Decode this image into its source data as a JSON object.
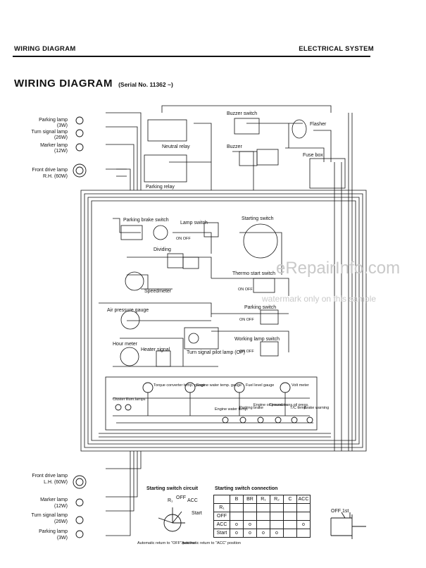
{
  "header": {
    "left": "WIRING DIAGRAM",
    "right": "ELECTRICAL SYSTEM"
  },
  "title": {
    "main": "WIRING DIAGRAM",
    "serial": "(Serial No. 11362 ~)"
  },
  "watermark": {
    "site": "eRepairInfo.com",
    "note": "watermark only on this sample"
  },
  "left_components": [
    {
      "name": "Parking lamp",
      "rating": "(3W)"
    },
    {
      "name": "Turn signal lamp",
      "rating": "(26W)"
    },
    {
      "name": "Marker lamp",
      "rating": "(12W)"
    },
    {
      "name": "Front drive lamp",
      "rating": "R.H. (60W)"
    },
    {
      "name": "Front drive lamp",
      "rating": "L.H. (60W)"
    },
    {
      "name": "Marker lamp",
      "rating": "(12W)"
    },
    {
      "name": "Turn signal lamp",
      "rating": "(26W)"
    },
    {
      "name": "Parking lamp",
      "rating": "(3W)"
    }
  ],
  "components": {
    "neutral_relay": "Neutral relay",
    "parking_relay": "Parking relay",
    "buzzer_switch": "Buzzer switch",
    "buzzer": "Buzzer",
    "flasher": "Flasher",
    "fuse_box": "Fuse box",
    "parking_brake_switch": "Parking brake switch",
    "lamp_switch": "Lamp switch",
    "starting_switch": "Starting switch",
    "dividing": "Dividing",
    "speedometer": "Speedmeter",
    "thermo_start_switch": "Thermo start switch",
    "air_pressure_gauge": "Air pressure gauge",
    "parking_switch": "Parking switch",
    "hour_meter": "Hour meter",
    "heater_signal": "Heater signal",
    "turn_signal_pilot": "Turn signal pilot lamp (OP)",
    "working_lamp_switch": "Working lamp switch",
    "on_off": "ON OFF"
  },
  "gauges": [
    {
      "name": "Torque converter temp. gauge"
    },
    {
      "name": "Engine water temp. gauge"
    },
    {
      "name": "Fuel level gauge"
    },
    {
      "name": "Volt meter"
    }
  ],
  "cluster": "Cluster illum.lamps",
  "warning_lamps": [
    "Engine water temp.",
    "Parking brake",
    "Engine oil pressure",
    "Ground trans.oil press.",
    "T/C temp.",
    "Brake warning"
  ],
  "starting_switch_circuit": {
    "title": "Starting switch circuit",
    "positions": [
      "R₁",
      "OFF",
      "ACC",
      "Start"
    ],
    "note_left": "Automatic return to \"OFF\" position",
    "note_right": "Automatic return to \"ACC\" position"
  },
  "starting_switch_connection": {
    "title": "Starting switch connection",
    "columns": [
      "B",
      "BR",
      "R₁",
      "R₂",
      "C",
      "ACC"
    ],
    "rows": [
      {
        "label": "R₁",
        "marks": [
          "",
          "",
          "",
          "",
          "",
          ""
        ]
      },
      {
        "label": "OFF",
        "marks": [
          "",
          "",
          "",
          "",
          "",
          ""
        ]
      },
      {
        "label": "ACC",
        "marks": [
          "o",
          "o",
          "",
          "",
          "",
          "o"
        ]
      },
      {
        "label": "Start",
        "marks": [
          "o",
          "o",
          "o",
          "o",
          "",
          ""
        ]
      }
    ]
  },
  "key_switch": {
    "label": "OFF 1st"
  },
  "colors": {
    "ink": "#111111",
    "watermark": "#c9c9c9",
    "paper": "#ffffff"
  }
}
